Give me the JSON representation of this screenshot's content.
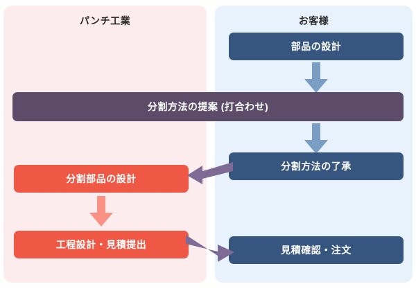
{
  "diagram": {
    "title": "",
    "colors": {
      "panel_left_bg": "#fdeced",
      "panel_right_bg": "#e8f2fc",
      "box_blue": "#36557f",
      "box_red": "#ef5844",
      "box_purple": "#5d4c69",
      "arrow_blue": "#7b9ec4",
      "arrow_salmon": "#fa9184",
      "arrow_purple": "#7d6b96"
    },
    "lanes": [
      {
        "id": "vendor",
        "title": "パンチ工業"
      },
      {
        "id": "customer",
        "title": "お客様"
      }
    ],
    "nodes": [
      {
        "id": "part-design",
        "label": "部品の設計",
        "lane": "customer",
        "color": "#36557f"
      },
      {
        "id": "split-proposal",
        "label": "分割方法の提案 (打合わせ)",
        "lane": "both",
        "color": "#5d4c69"
      },
      {
        "id": "split-approve",
        "label": "分割方法の了承",
        "lane": "customer",
        "color": "#36557f"
      },
      {
        "id": "split-part",
        "label": "分割部品の設計",
        "lane": "vendor",
        "color": "#ef5844"
      },
      {
        "id": "process-quote",
        "label": "工程設計・見積提出",
        "lane": "vendor",
        "color": "#ef5844"
      },
      {
        "id": "quote-order",
        "label": "見積確認・注文",
        "lane": "customer",
        "color": "#36557f"
      }
    ],
    "edges": [
      {
        "from": "part-design",
        "to": "split-proposal",
        "direction": "down",
        "color": "#7b9ec4"
      },
      {
        "from": "split-proposal",
        "to": "split-approve",
        "direction": "down",
        "color": "#7b9ec4"
      },
      {
        "from": "split-approve",
        "to": "split-part",
        "direction": "left-down",
        "color": "#7d6b96"
      },
      {
        "from": "split-part",
        "to": "process-quote",
        "direction": "down",
        "color": "#fa9184"
      },
      {
        "from": "process-quote",
        "to": "quote-order",
        "direction": "right-down",
        "color": "#7d6b96"
      }
    ]
  }
}
